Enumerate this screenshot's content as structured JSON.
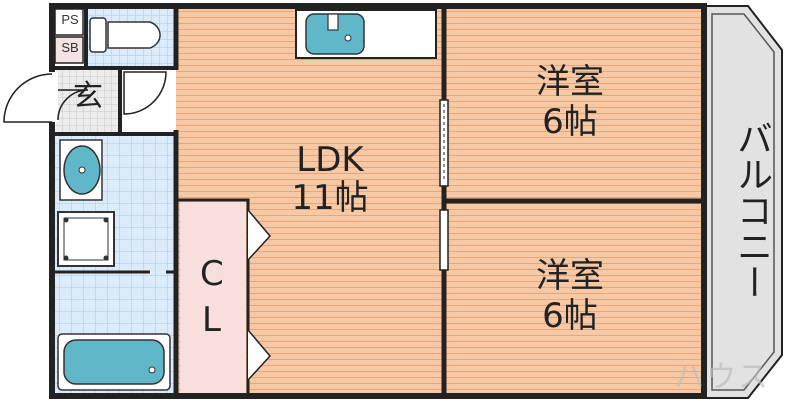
{
  "rooms": {
    "ldk": {
      "name": "LDK",
      "size": "11帖"
    },
    "western_top": {
      "name": "洋室",
      "size": "6帖"
    },
    "western_bottom": {
      "name": "洋室",
      "size": "6帖"
    },
    "closet": {
      "letter1": "C",
      "letter2": "L"
    },
    "entrance": {
      "name": "玄"
    },
    "balcony": {
      "name": "バルコニー"
    }
  },
  "markers": {
    "ps": "PS",
    "sb": "SB"
  },
  "watermark": "ハウス",
  "colors": {
    "wood_floor": "#f6c9a6",
    "wood_line": "#e9a77c",
    "tile_blue": "#d9e9f9",
    "tile_grid": "#a9c7ee",
    "closet_pink": "#f8dedd",
    "balcony_gray": "#e3e3e3",
    "wall": "#222222",
    "fixture_teal": "#5fb7c9"
  }
}
